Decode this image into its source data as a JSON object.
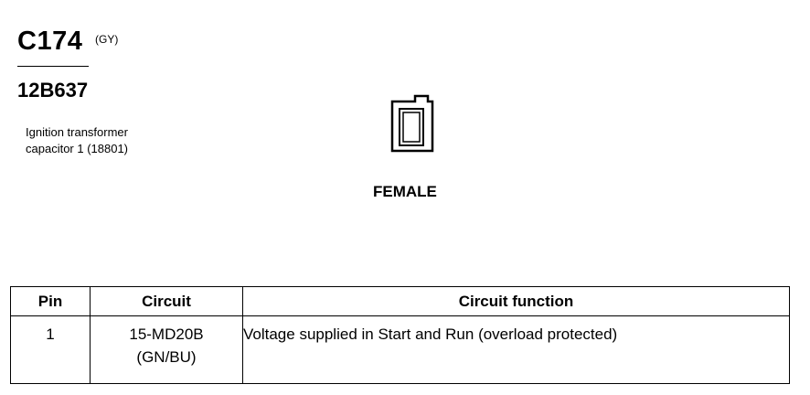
{
  "header": {
    "connector_id": "C174",
    "color_code": "(GY)",
    "part_number": "12B637",
    "description_lines": [
      "Ignition transformer",
      "capacitor 1 (18801)"
    ]
  },
  "connector": {
    "icon": "connector-face-icon",
    "gender": "FEMALE"
  },
  "table": {
    "headers": [
      "Pin",
      "Circuit",
      "Circuit function"
    ],
    "rows": [
      {
        "pin": "1",
        "circuit": "15-MD20B",
        "wire_color": "(GN/BU)",
        "function": "Voltage supplied in Start and Run (overload protected)"
      }
    ]
  }
}
